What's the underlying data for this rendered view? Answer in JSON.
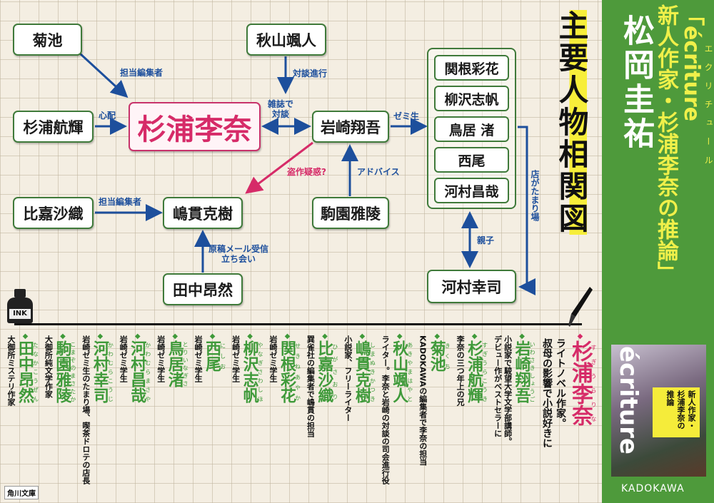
{
  "diagram": {
    "title": "主要人物相関図",
    "nodes": {
      "kikuchi": "菊池",
      "akiyama": "秋山颯人",
      "koki": "杉浦航輝",
      "rina": "杉浦李奈",
      "iwasaki": "岩崎翔吾",
      "higa": "比嘉沙織",
      "shimanuki": "嶋貫克樹",
      "komazono": "駒園雅陵",
      "tanaka": "田中昂然",
      "kawamura_koji": "河村幸司"
    },
    "seminar_group": [
      "関根彩花",
      "柳沢志帆",
      "鳥居 渚",
      "西尾",
      "河村昌哉"
    ],
    "edges": {
      "kikuchi_rina": "担当編集者",
      "akiyama_talk": "対談進行",
      "koki_rina": "心配",
      "rina_iwasaki": "雑誌で\n対談",
      "iwasaki_seminar": "ゼミ生",
      "iwasaki_shimanuki": "盗作疑惑?",
      "komazono_iwasaki": "アドバイス",
      "higa_shimanuki": "担当編集者",
      "tanaka_shimanuki": "原稿メール受信\n立ち会い",
      "seminar_koji": "親子",
      "koji_hangout": "店がたまり場"
    },
    "ink_label": "INK"
  },
  "characters": [
    {
      "name": "杉浦李奈",
      "reading": "すぎうらりな",
      "desc": [
        "ライトノベル作家。",
        "叔母の影響で小説好きに"
      ],
      "main": true
    },
    {
      "name": "岩崎翔吾",
      "reading": "いわさきしょうご",
      "desc": [
        "小説家で駿望大学文学部講師。",
        "デビュー作がベストセラーに"
      ]
    },
    {
      "name": "杉浦航輝",
      "reading": "すぎうらこうき",
      "desc": [
        "李奈の三つ年上の兄"
      ]
    },
    {
      "name": "菊池",
      "reading": "きくち",
      "desc": [
        "KADOKAWAの編集者で李奈の担当"
      ]
    },
    {
      "name": "秋山颯人",
      "reading": "あきやまはやと",
      "desc": [
        "ライター。李奈と岩崎の対談の司会進行役"
      ]
    },
    {
      "name": "嶋貫克樹",
      "reading": "しまぬきかつき",
      "desc": [
        "小説家、フリーライター"
      ]
    },
    {
      "name": "比嘉沙織",
      "reading": "ひがさおり",
      "desc": [
        "巽雀社の編集者で嶋貫の担当"
      ]
    },
    {
      "name": "関根彩花",
      "reading": "せきねあやか",
      "desc": [
        "岩崎ゼミ学生"
      ]
    },
    {
      "name": "柳沢志帆",
      "reading": "やなぎさわしほ",
      "desc": [
        "岩崎ゼミ学生"
      ]
    },
    {
      "name": "西尾",
      "reading": "にしお",
      "desc": [
        "岩崎ゼミ学生"
      ]
    },
    {
      "name": "鳥居渚",
      "reading": "とりいなぎさ",
      "desc": [
        "岩崎ゼミ学生"
      ]
    },
    {
      "name": "河村昌哉",
      "reading": "かわむらまさや",
      "desc": [
        "岩崎ゼミ学生"
      ]
    },
    {
      "name": "河村幸司",
      "reading": "かわむらこうじ",
      "desc": [
        "岩崎ゼミ生のたまり場、喫茶ドロテの店長"
      ]
    },
    {
      "name": "駒園雅陵",
      "reading": "こまぞのまさたか",
      "desc": [
        "大御所純文学作家"
      ]
    },
    {
      "name": "田中昂然",
      "reading": "たなかこうぜん",
      "desc": [
        "大御所ミステリ作家"
      ]
    }
  ],
  "imprint": "角川文庫",
  "side": {
    "author": "松岡圭祐",
    "title_open": "「",
    "title_en": "écriture",
    "title_ruby": "エクリチュール",
    "title_ja": "新人作家・杉浦李奈の推論",
    "title_close": "」",
    "cover_word": "écriture",
    "cover_band": "新人作家・杉浦李奈の推論",
    "publisher": "KADOKAWA"
  },
  "colors": {
    "accent_green": "#4e9a3b",
    "pink": "#d62b68",
    "arrow_blue": "#1d4f9c",
    "title_yellow": "#f0f04a"
  }
}
